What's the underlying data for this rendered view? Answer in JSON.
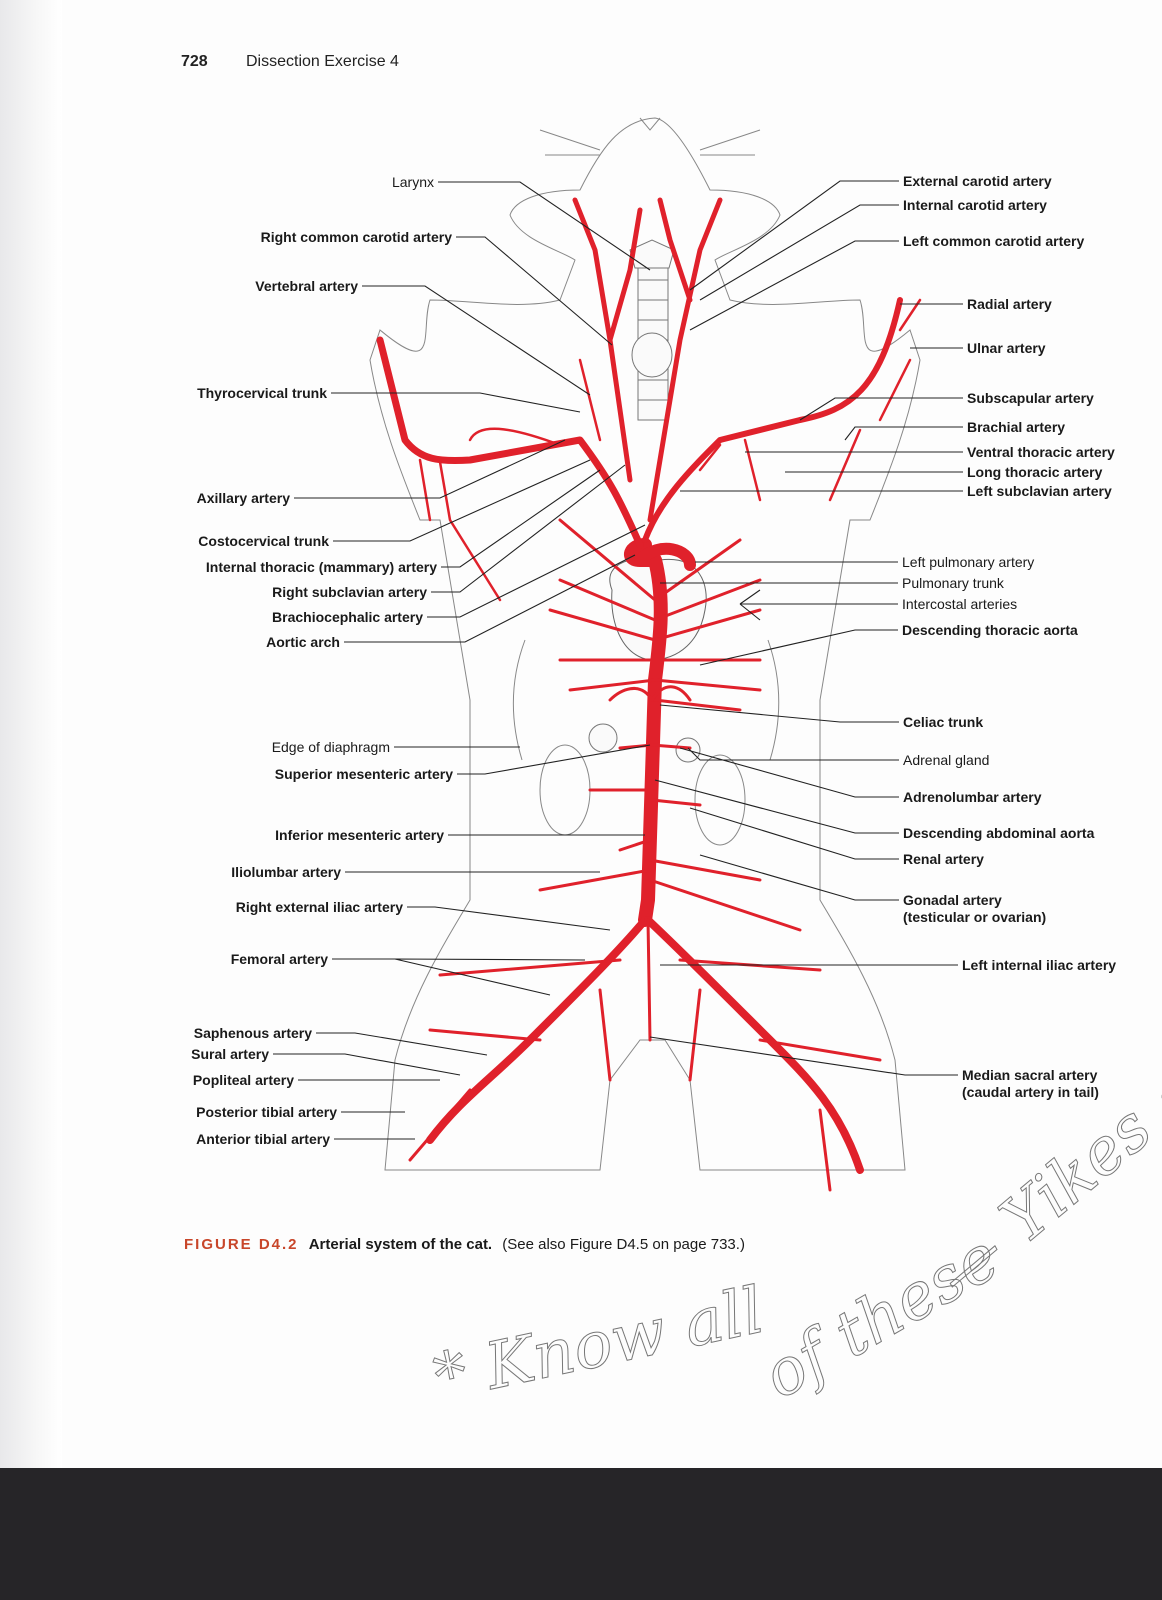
{
  "header": {
    "page_number": "728",
    "chapter": "Dissection Exercise 4"
  },
  "labels_left": [
    "Larynx",
    "Right common carotid artery",
    "Vertebral artery",
    "Thyrocervical trunk",
    "Axillary artery",
    "Costocervical trunk",
    "Internal thoracic (mammary) artery",
    "Right subclavian artery",
    "Brachiocephalic artery",
    "Aortic arch",
    "Edge of diaphragm",
    "Superior mesenteric artery",
    "Inferior mesenteric artery",
    "Iliolumbar artery",
    "Right external iliac artery",
    "Femoral artery",
    "Saphenous artery",
    "Sural artery",
    "Popliteal artery",
    "Posterior tibial artery",
    "Anterior tibial artery"
  ],
  "labels_right": [
    "External carotid artery",
    "Internal carotid artery",
    "Left common carotid artery",
    "Radial artery",
    "Ulnar artery",
    "Subscapular artery",
    "Brachial artery",
    "Ventral thoracic artery",
    "Long thoracic artery",
    "Left subclavian artery",
    "Left pulmonary artery",
    "Pulmonary trunk",
    "Intercostal arteries",
    "Descending thoracic aorta",
    "Celiac trunk",
    "Adrenal gland",
    "Adrenolumbar artery",
    "Descending abdominal aorta",
    "Renal artery",
    "Gonadal artery",
    "(testicular or ovarian)",
    "Left internal iliac artery",
    "Median sacral artery",
    "(caudal artery in tail)"
  ],
  "caption": {
    "figure": "FIGURE D4.2",
    "title": "Arterial system of the cat.",
    "note": "(See also Figure D4.5 on page 733.)"
  },
  "handwriting": {
    "note": "* Know all",
    "note2": "of these",
    "exclaim": "— Yikes :)"
  },
  "colors": {
    "artery": "#e0212b",
    "figure_label": "#c8462a"
  }
}
